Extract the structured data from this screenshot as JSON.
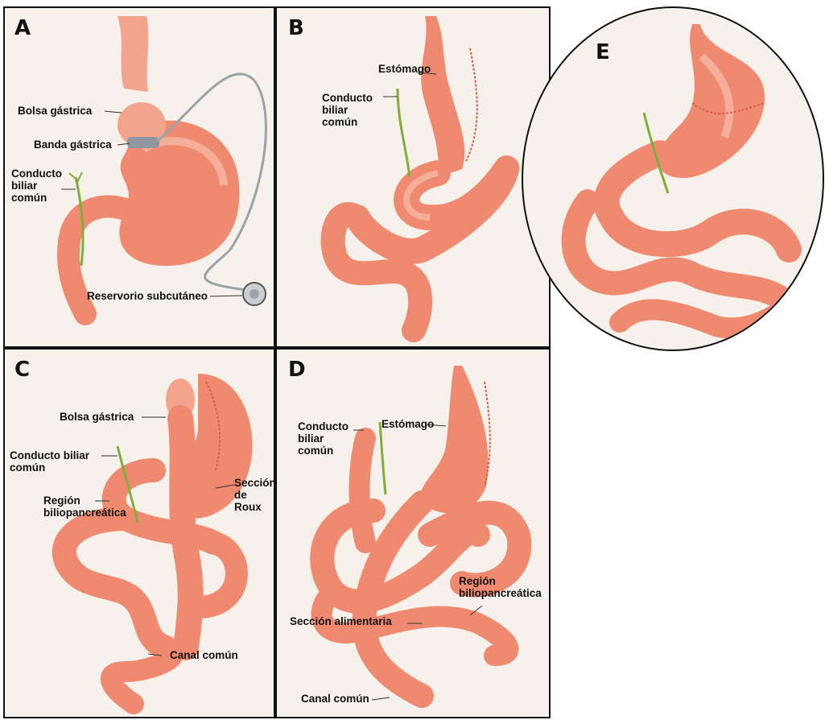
{
  "panels": {
    "A": {
      "letter": "A",
      "labels": {
        "bolsa_gastrica": "Bolsa gástrica",
        "banda_gastrica": "Banda gástrica",
        "conducto_biliar": "Conducto biliar común",
        "reservorio": "Reservorio subcutáneo"
      }
    },
    "B": {
      "letter": "B",
      "labels": {
        "estomago": "Estómago",
        "conducto_biliar": "Conducto biliar común"
      }
    },
    "C": {
      "letter": "C",
      "labels": {
        "bolsa_gastrica": "Bolsa gástrica",
        "conducto_biliar": "Conducto biliar común",
        "region": "Región biliopancreática",
        "seccion_roux": "Sección de Roux",
        "canal_comun": "Canal común"
      }
    },
    "D": {
      "letter": "D",
      "labels": {
        "conducto_biliar": "Conducto biliar común",
        "estomago": "Estómago",
        "region": "Región biliopancreática",
        "seccion_alimentaria": "Sección alimentaria",
        "canal_comun": "Canal común"
      }
    },
    "E": {
      "letter": "E"
    }
  },
  "colors": {
    "organ": "#ef8a70",
    "organ_light": "#f8b9a4",
    "organ_dark": "#d8604a",
    "bile": "#7fae3a",
    "tube": "#9aa3a8",
    "panel_bg": "#f6f1ea"
  }
}
